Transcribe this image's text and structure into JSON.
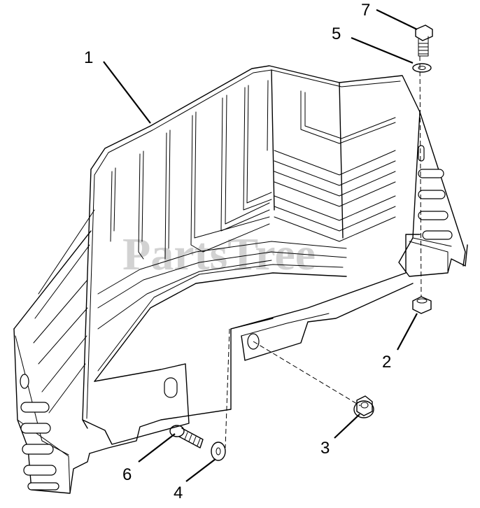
{
  "watermark": "PartsTree",
  "callouts": [
    {
      "label": "1"
    },
    {
      "label": "2"
    },
    {
      "label": "3"
    },
    {
      "label": "4"
    },
    {
      "label": "5"
    },
    {
      "label": "6"
    },
    {
      "label": "7"
    }
  ]
}
